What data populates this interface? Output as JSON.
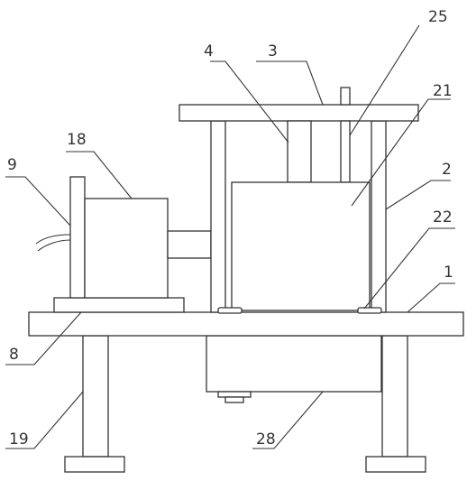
{
  "diagram": {
    "type": "mechanical patent drawing",
    "line_color": "#333333",
    "background": "#ffffff",
    "callouts": [
      {
        "id": "c25",
        "text": "25"
      },
      {
        "id": "c3",
        "text": "3"
      },
      {
        "id": "c4",
        "text": "4"
      },
      {
        "id": "c21",
        "text": "21"
      },
      {
        "id": "c18",
        "text": "18"
      },
      {
        "id": "c9",
        "text": "9"
      },
      {
        "id": "c2",
        "text": "2"
      },
      {
        "id": "c22",
        "text": "22"
      },
      {
        "id": "c1",
        "text": "1"
      },
      {
        "id": "c8",
        "text": "8"
      },
      {
        "id": "c19",
        "text": "19"
      },
      {
        "id": "c28",
        "text": "28"
      }
    ]
  }
}
